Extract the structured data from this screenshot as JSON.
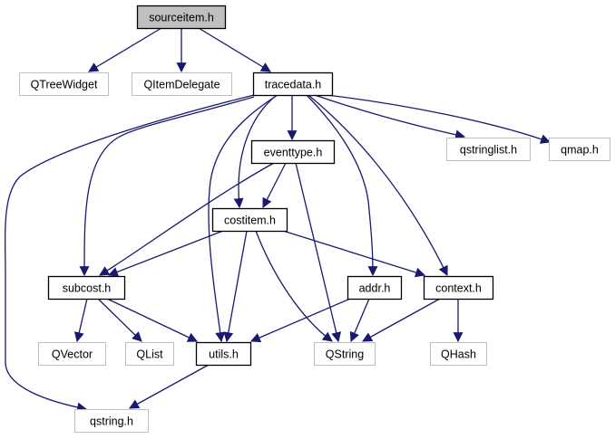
{
  "graph": {
    "edge_color": "#191970",
    "root_fill": "#bfbfbf",
    "external_border": "#bfbfbf",
    "internal_border": "#000000",
    "nodes": [
      {
        "id": "sourceitem",
        "label": "sourceitem.h",
        "kind": "root"
      },
      {
        "id": "qtreewidget",
        "label": "QTreeWidget",
        "kind": "external"
      },
      {
        "id": "qitemdelegate",
        "label": "QItemDelegate",
        "kind": "external"
      },
      {
        "id": "tracedata",
        "label": "tracedata.h",
        "kind": "internal"
      },
      {
        "id": "eventtype",
        "label": "eventtype.h",
        "kind": "internal"
      },
      {
        "id": "qstringlist",
        "label": "qstringlist.h",
        "kind": "external"
      },
      {
        "id": "qmap",
        "label": "qmap.h",
        "kind": "external"
      },
      {
        "id": "costitem",
        "label": "costitem.h",
        "kind": "internal"
      },
      {
        "id": "subcost",
        "label": "subcost.h",
        "kind": "internal"
      },
      {
        "id": "addr",
        "label": "addr.h",
        "kind": "internal"
      },
      {
        "id": "context",
        "label": "context.h",
        "kind": "internal"
      },
      {
        "id": "qvector",
        "label": "QVector",
        "kind": "external"
      },
      {
        "id": "qlist",
        "label": "QList",
        "kind": "external"
      },
      {
        "id": "utils",
        "label": "utils.h",
        "kind": "internal"
      },
      {
        "id": "qstringcls",
        "label": "QString",
        "kind": "external"
      },
      {
        "id": "qhash",
        "label": "QHash",
        "kind": "external"
      },
      {
        "id": "qstringh",
        "label": "qstring.h",
        "kind": "external"
      }
    ],
    "edges": [
      [
        "sourceitem",
        "qtreewidget"
      ],
      [
        "sourceitem",
        "qitemdelegate"
      ],
      [
        "sourceitem",
        "tracedata"
      ],
      [
        "tracedata",
        "qstringh"
      ],
      [
        "tracedata",
        "subcost"
      ],
      [
        "tracedata",
        "utils"
      ],
      [
        "tracedata",
        "costitem"
      ],
      [
        "tracedata",
        "eventtype"
      ],
      [
        "tracedata",
        "addr"
      ],
      [
        "tracedata",
        "context"
      ],
      [
        "tracedata",
        "qstringlist"
      ],
      [
        "tracedata",
        "qmap"
      ],
      [
        "eventtype",
        "subcost"
      ],
      [
        "eventtype",
        "costitem"
      ],
      [
        "eventtype",
        "qstringcls"
      ],
      [
        "costitem",
        "subcost"
      ],
      [
        "costitem",
        "utils"
      ],
      [
        "costitem",
        "qstringcls"
      ],
      [
        "costitem",
        "context"
      ],
      [
        "subcost",
        "qvector"
      ],
      [
        "subcost",
        "qlist"
      ],
      [
        "subcost",
        "utils"
      ],
      [
        "addr",
        "utils"
      ],
      [
        "addr",
        "qstringcls"
      ],
      [
        "context",
        "qstringcls"
      ],
      [
        "context",
        "qhash"
      ],
      [
        "utils",
        "qstringh"
      ]
    ]
  }
}
